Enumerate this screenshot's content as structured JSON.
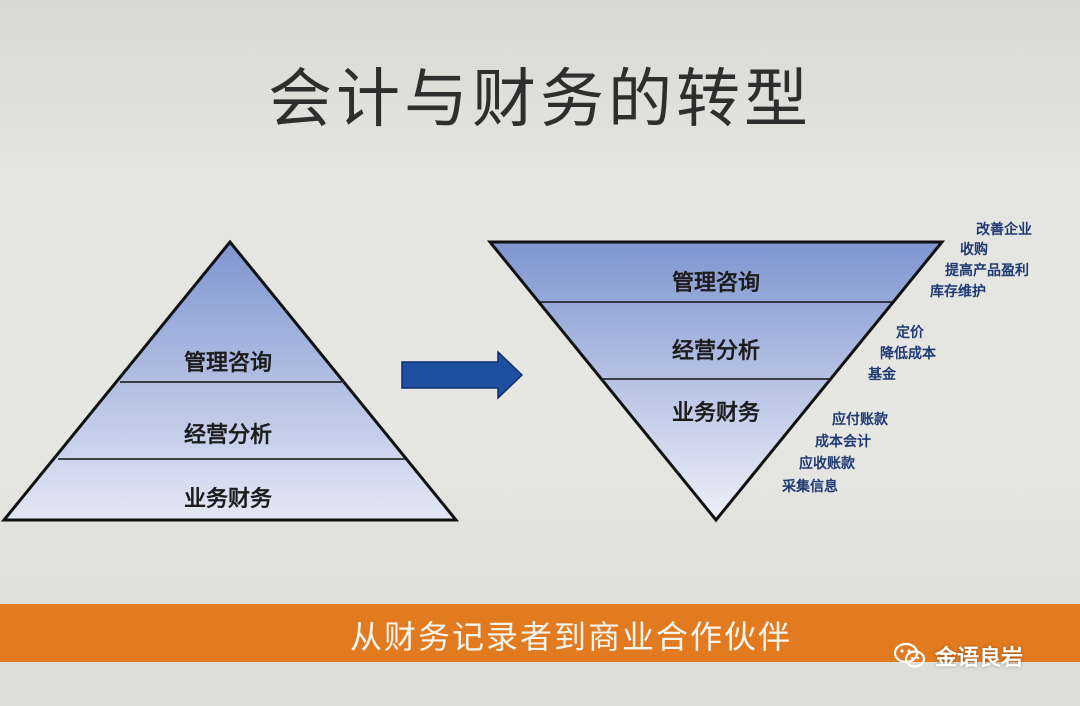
{
  "title": "会计与财务的转型",
  "left_pyramid": {
    "layers": [
      "管理咨询",
      "经营分析",
      "业务财务"
    ]
  },
  "right_pyramid": {
    "layers": [
      "管理咨询",
      "经营分析",
      "业务财务"
    ]
  },
  "side_notes": {
    "top": [
      "改善企业",
      "收购",
      "提高产品盈利",
      "库存维护"
    ],
    "middle": [
      "定价",
      "降低成本",
      "基金"
    ],
    "bottom": [
      "应付账款",
      "成本会计",
      "应收账款",
      "采集信息"
    ]
  },
  "banner": "从财务记录者到商业合作伙伴",
  "watermark": "金语良岩",
  "colors": {
    "pyramid_top": "#7f95d0",
    "pyramid_bottom": "#e4e8f5",
    "arrow": "#1f4fa0",
    "banner": "#e27a1f",
    "note_text": "#1f3a72"
  }
}
